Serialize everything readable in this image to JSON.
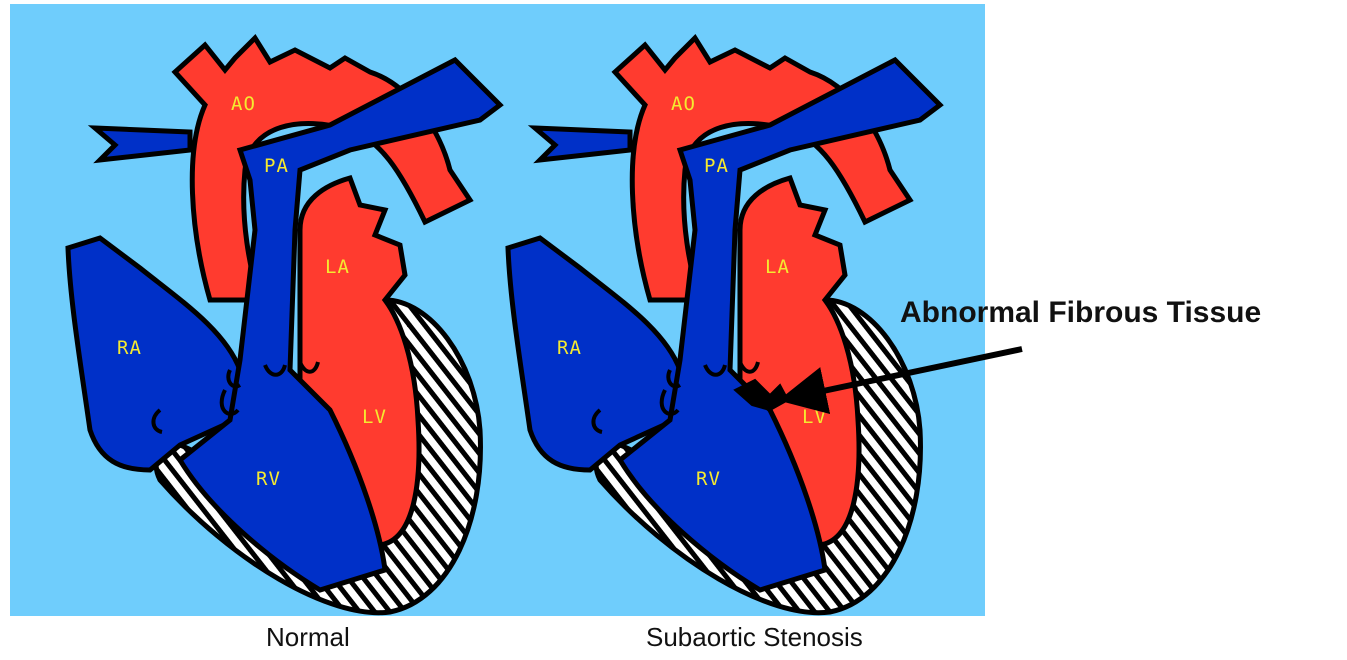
{
  "colors": {
    "background": "#6fcdfc",
    "oxygenated": "#ff3b2f",
    "deoxygenated": "#0030c8",
    "outline": "#000000",
    "label": "#f5e930"
  },
  "hearts": [
    {
      "caption": "Normal",
      "labels": {
        "ao": "AO",
        "pa": "PA",
        "la": "LA",
        "ra": "RA",
        "lv": "LV",
        "rv": "RV"
      }
    },
    {
      "caption": "Subaortic Stenosis",
      "labels": {
        "ao": "AO",
        "pa": "PA",
        "la": "LA",
        "ra": "RA",
        "lv": "LV",
        "rv": "RV"
      }
    }
  ],
  "annotation": {
    "text": "Abnormal Fibrous Tissue"
  }
}
